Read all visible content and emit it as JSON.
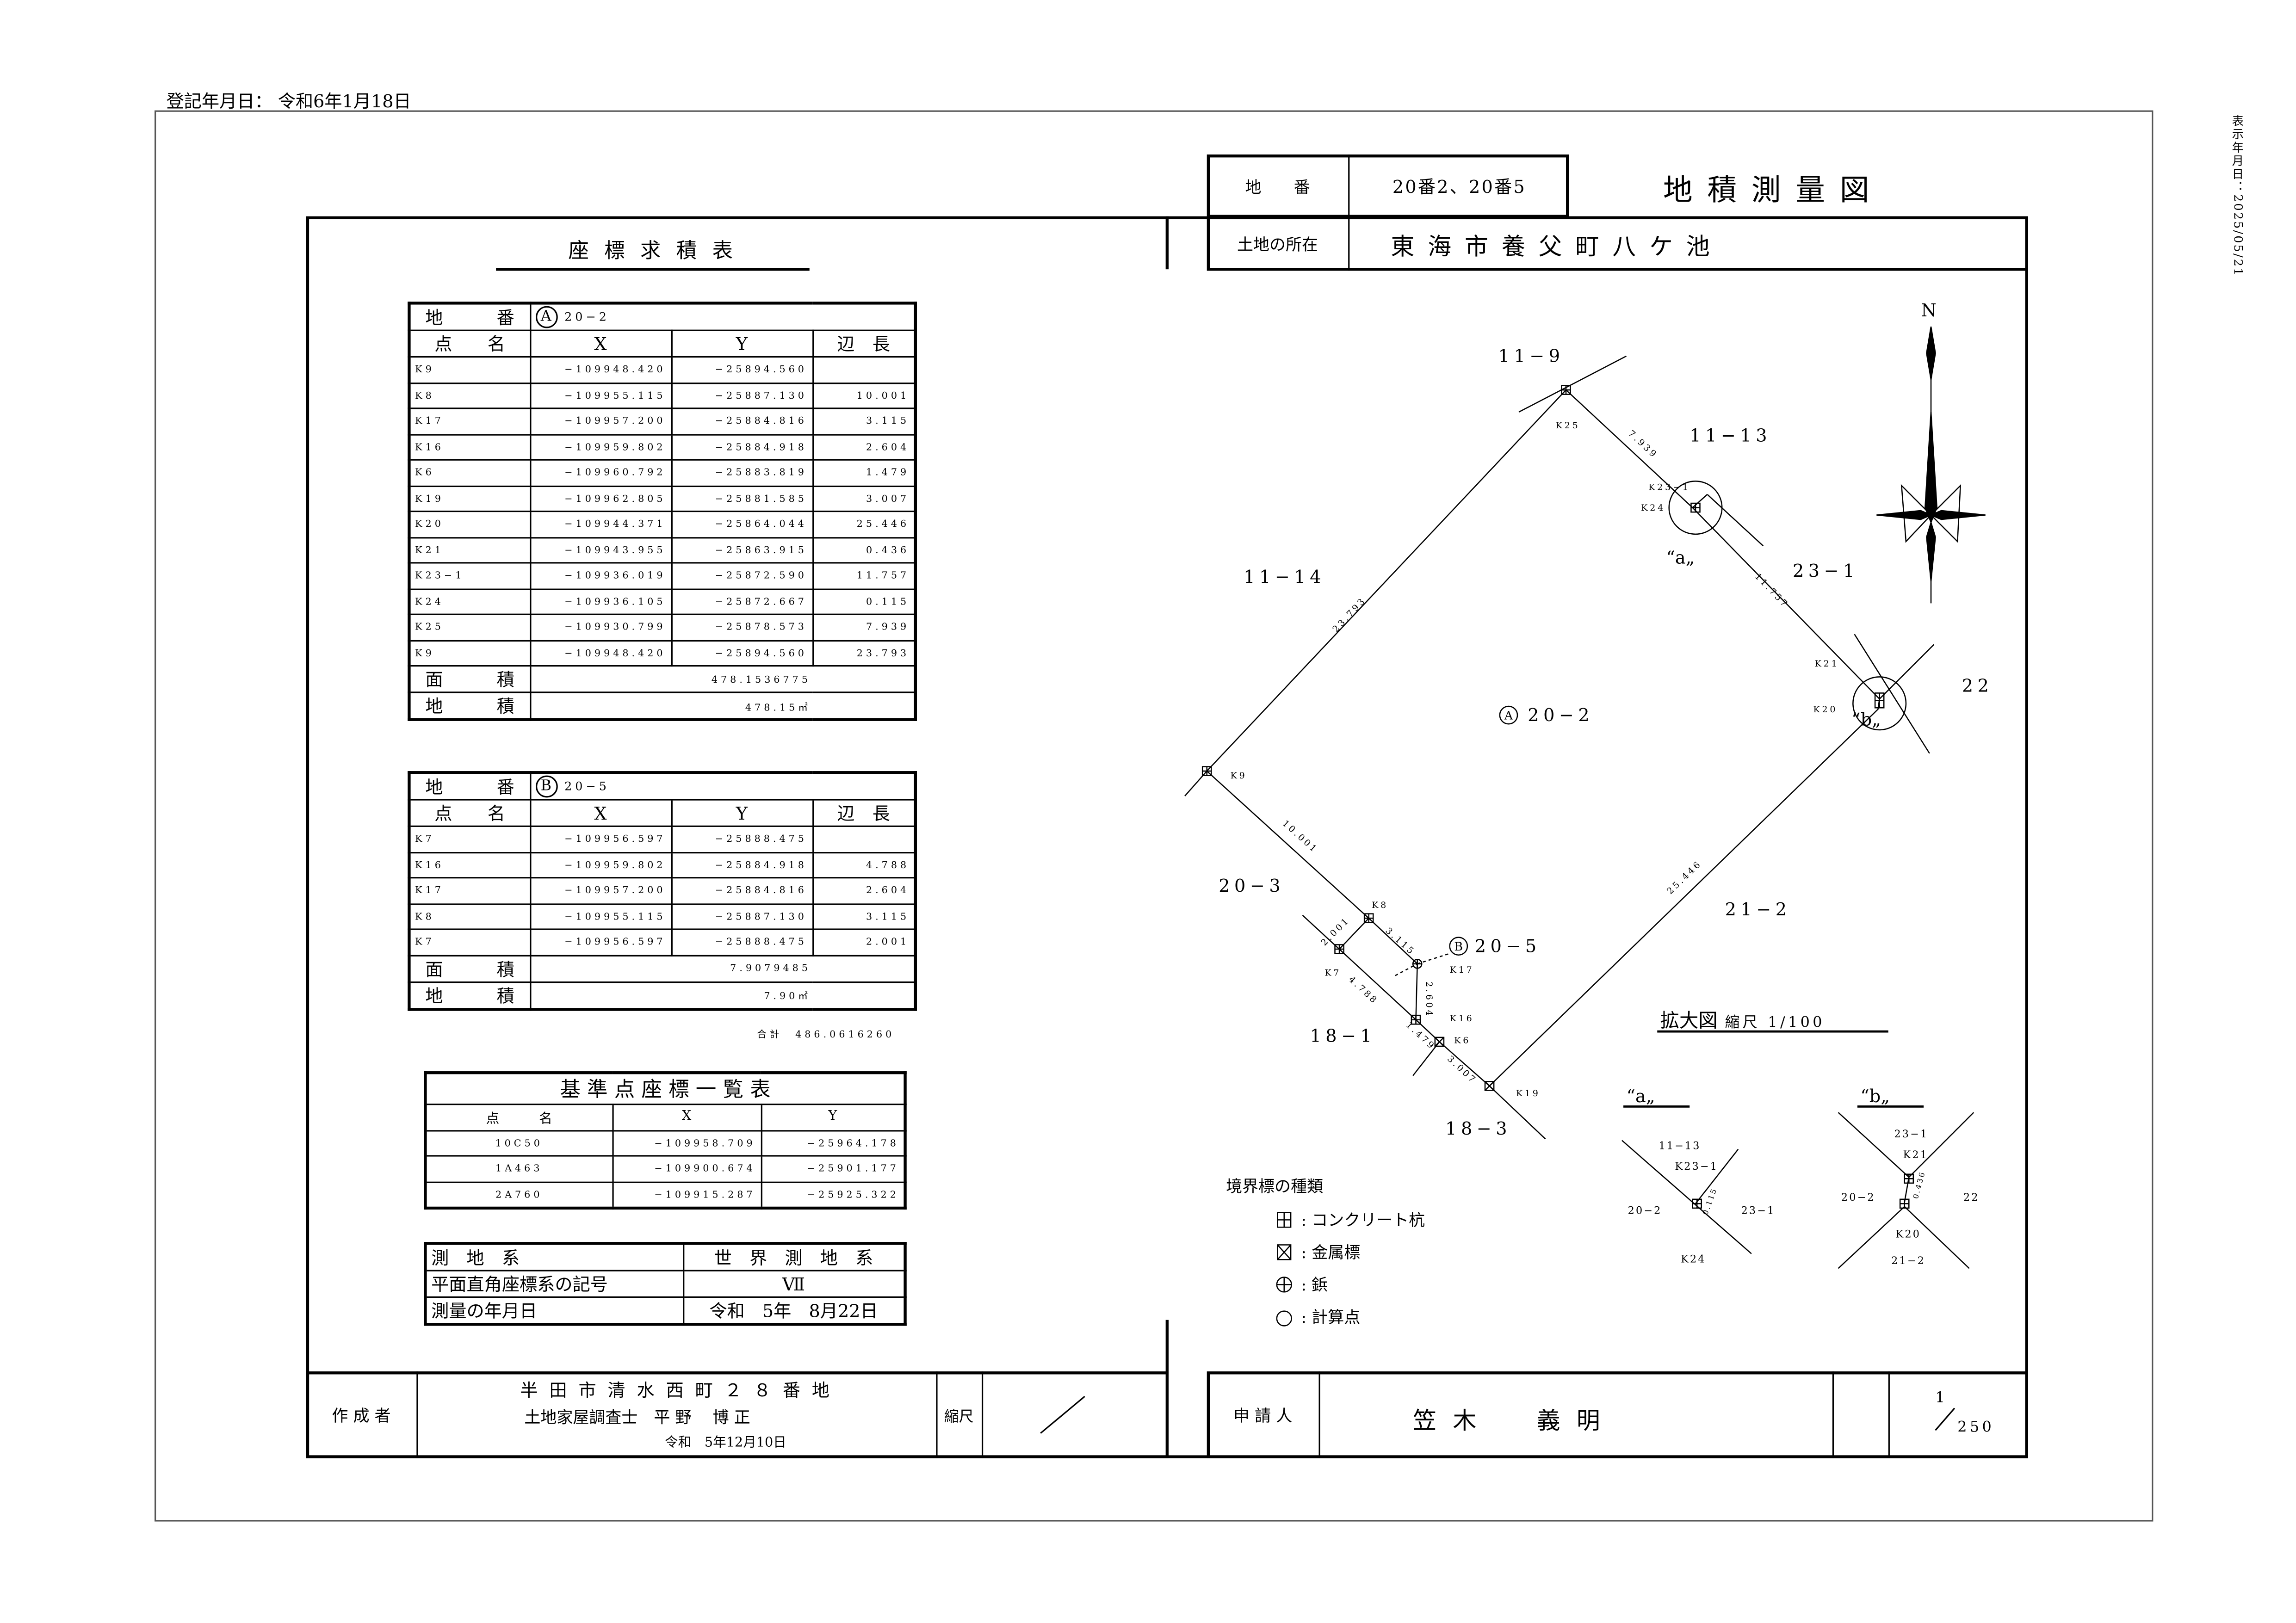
{
  "registration_date": "登記年月日： 令和6年1月18日",
  "display_date": "表示年月日：2025/05/21",
  "title": "地積測量図",
  "header": {
    "chiban_label": "地　　番",
    "chiban_value": "20番2、20番5",
    "location_label": "土地の所在",
    "location_value": "東 海 市 養 父 町 八 ケ 池"
  },
  "coord_table_title": "座 標 求 積 表",
  "table_a": {
    "chiban_label": [
      "地",
      "番"
    ],
    "mark": "A",
    "parcel": "20−2",
    "headers": [
      "点　　名",
      "X",
      "Y",
      "辺　長"
    ],
    "rows": [
      [
        "K9",
        "−109948.420",
        "−25894.560",
        ""
      ],
      [
        "K8",
        "−109955.115",
        "−25887.130",
        "10.001"
      ],
      [
        "K17",
        "−109957.200",
        "−25884.816",
        "3.115"
      ],
      [
        "K16",
        "−109959.802",
        "−25884.918",
        "2.604"
      ],
      [
        "K6",
        "−109960.792",
        "−25883.819",
        "1.479"
      ],
      [
        "K19",
        "−109962.805",
        "−25881.585",
        "3.007"
      ],
      [
        "K20",
        "−109944.371",
        "−25864.044",
        "25.446"
      ],
      [
        "K21",
        "−109943.955",
        "−25863.915",
        "0.436"
      ],
      [
        "K23−1",
        "−109936.019",
        "−25872.590",
        "11.757"
      ],
      [
        "K24",
        "−109936.105",
        "−25872.667",
        "0.115"
      ],
      [
        "K25",
        "−109930.799",
        "−25878.573",
        "7.939"
      ],
      [
        "K9",
        "−109948.420",
        "−25894.560",
        "23.793"
      ]
    ],
    "area_label": [
      "面",
      "積"
    ],
    "area_value": "478.1536775",
    "land_area_label": [
      "地",
      "積"
    ],
    "land_area_value": "478.15㎡"
  },
  "table_b": {
    "chiban_label": [
      "地",
      "番"
    ],
    "mark": "B",
    "parcel": "20−5",
    "headers": [
      "点　　名",
      "X",
      "Y",
      "辺　長"
    ],
    "rows": [
      [
        "K7",
        "−109956.597",
        "−25888.475",
        ""
      ],
      [
        "K16",
        "−109959.802",
        "−25884.918",
        "4.788"
      ],
      [
        "K17",
        "−109957.200",
        "−25884.816",
        "2.604"
      ],
      [
        "K8",
        "−109955.115",
        "−25887.130",
        "3.115"
      ],
      [
        "K7",
        "−109956.597",
        "−25888.475",
        "2.001"
      ]
    ],
    "area_label": [
      "面",
      "積"
    ],
    "area_value": "7.9079485",
    "land_area_label": [
      "地",
      "積"
    ],
    "land_area_value": "7.90㎡"
  },
  "total": "合計　486.0616260",
  "reference_table": {
    "title": "基 準 点 座 標 一 覧 表",
    "headers": [
      "点　　　名",
      "X",
      "Y"
    ],
    "rows": [
      [
        "10C50",
        "−109958.709",
        "−25964.178"
      ],
      [
        "1A463",
        "−109900.674",
        "−25901.177"
      ],
      [
        "2A760",
        "−109915.287",
        "−25925.322"
      ]
    ]
  },
  "geodetic_table": {
    "rows": [
      [
        "測　地　系",
        "世　界　測　地　系"
      ],
      [
        "平面直角座標系の記号",
        "Ⅶ"
      ],
      [
        "測量の年月日",
        "令和　5年　8月22日"
      ]
    ]
  },
  "map": {
    "north": "N",
    "parcels": {
      "p11_9": "11−9",
      "p11_13": "11−13",
      "p23_1": "23−1",
      "p22": "22",
      "p11_14": "11−14",
      "p20_2": "20−2",
      "p20_3": "20−3",
      "p20_5": "20−5",
      "p21_2": "21−2",
      "p18_1": "18−1",
      "p18_3": "18−3",
      "mark_a": "A",
      "mark_b": "B"
    },
    "points": {
      "K25": "K25",
      "K23_1": "K23−1",
      "K24": "K24",
      "K21": "K21",
      "K20": "K20",
      "K9": "K9",
      "K8": "K8",
      "K7": "K7",
      "K17": "K17",
      "K16": "K16",
      "K6": "K6",
      "K19": "K19"
    },
    "distances": {
      "d23_793": "23.793",
      "d7_939": "7.939",
      "d11_757": "11.757",
      "d25_446": "25.446",
      "d10_001": "10.001",
      "d3_115": "3.115",
      "d2_001": "2.001",
      "d4_788": "4.788",
      "d2_604": "2.604",
      "d1_479": "1.479",
      "d3_007": "3.007"
    },
    "callout_a": "“a„",
    "callout_b": "“b„"
  },
  "enlarged": {
    "title": "拡大図",
    "scale": "縮尺 1/100",
    "a": {
      "label": "“a„",
      "n": "11−13",
      "pt1": "K23−1",
      "w": "20−2",
      "e": "23−1",
      "pt2": "K24",
      "dist": "0.115"
    },
    "b": {
      "label": "“b„",
      "n": "23−1",
      "pt1": "K21",
      "w": "20−2",
      "e": "22",
      "pt2": "K20",
      "s": "21−2",
      "dist": "0.436"
    }
  },
  "legend": {
    "title": "境界標の種類",
    "items": [
      ": コンクリート杭",
      ": 金属標",
      ": 鋲",
      ": 計算点"
    ]
  },
  "footer": {
    "author_label": "作 成 者",
    "author_address": "半 田 市 清 水 西 町 ２ ８ 番 地",
    "author_name": "土地家屋調査士　平 野　 博 正",
    "author_date": "令和　5年12月10日",
    "scale_label": "縮尺",
    "applicant_label": "申 請 人",
    "applicant_name": "笠 木　　義 明",
    "scale_num": "1",
    "scale_den": "250"
  }
}
